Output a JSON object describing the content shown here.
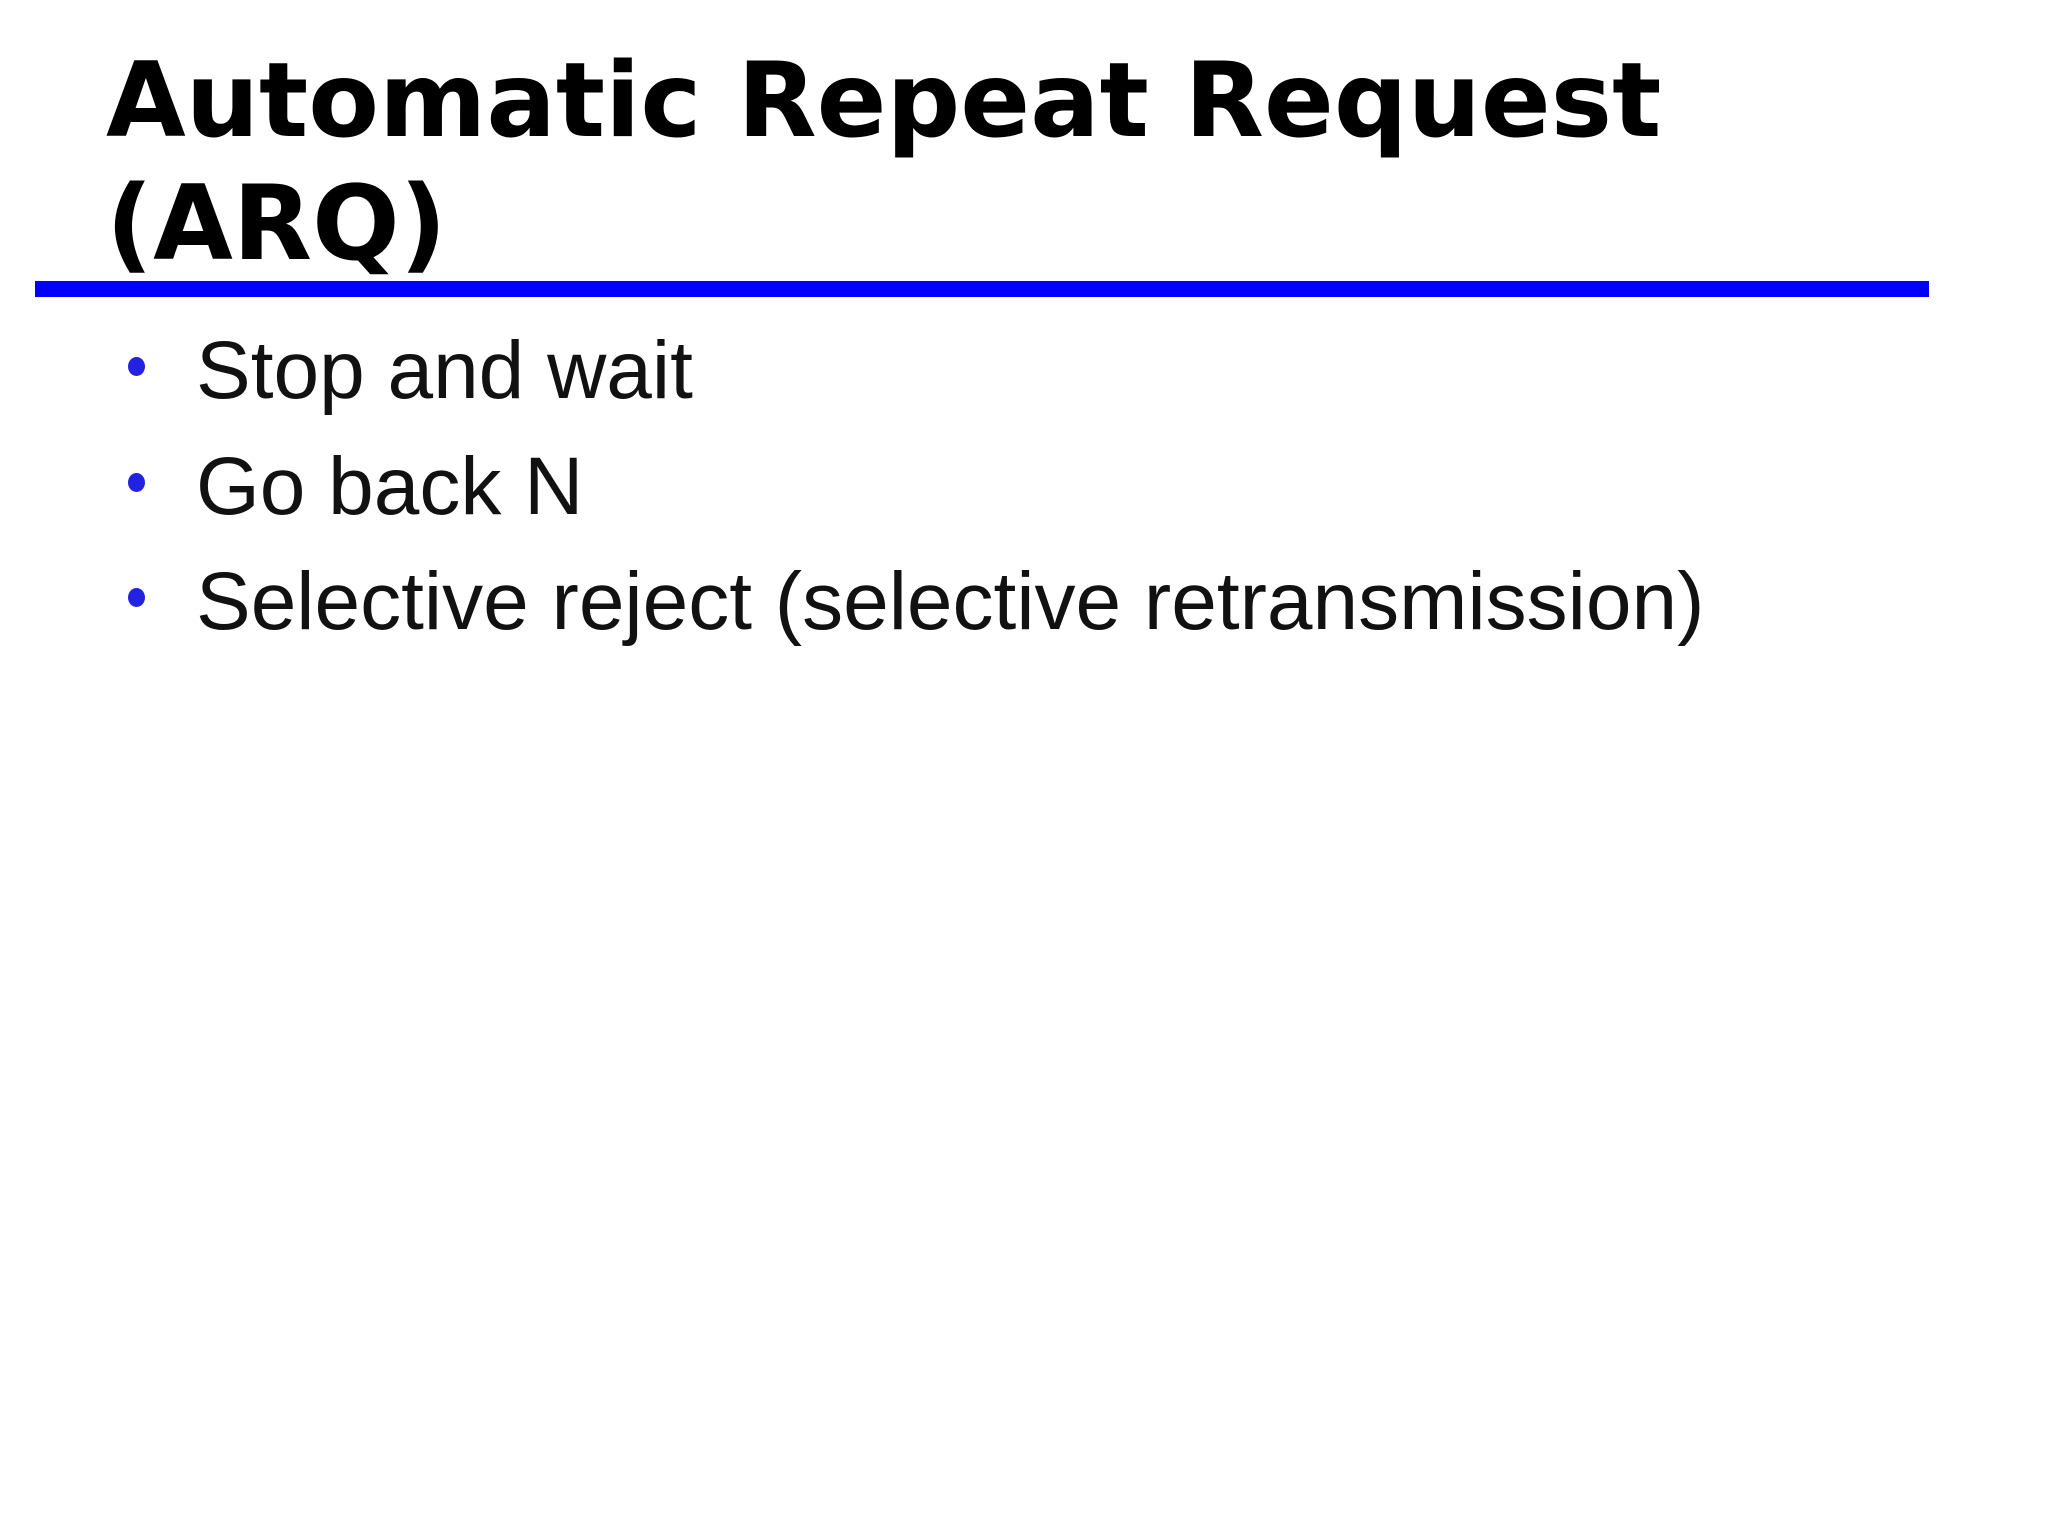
{
  "slide": {
    "title": "Automatic Repeat Request (ARQ)",
    "bullets": [
      "Stop and wait",
      "Go back N",
      "Selective reject (selective retransmission)"
    ],
    "colors": {
      "background": "#FFFFFF",
      "title_text": "#000000",
      "body_text": "#111111",
      "title_rule": "#0000FE",
      "bullet_dot": "#2222E0"
    }
  }
}
